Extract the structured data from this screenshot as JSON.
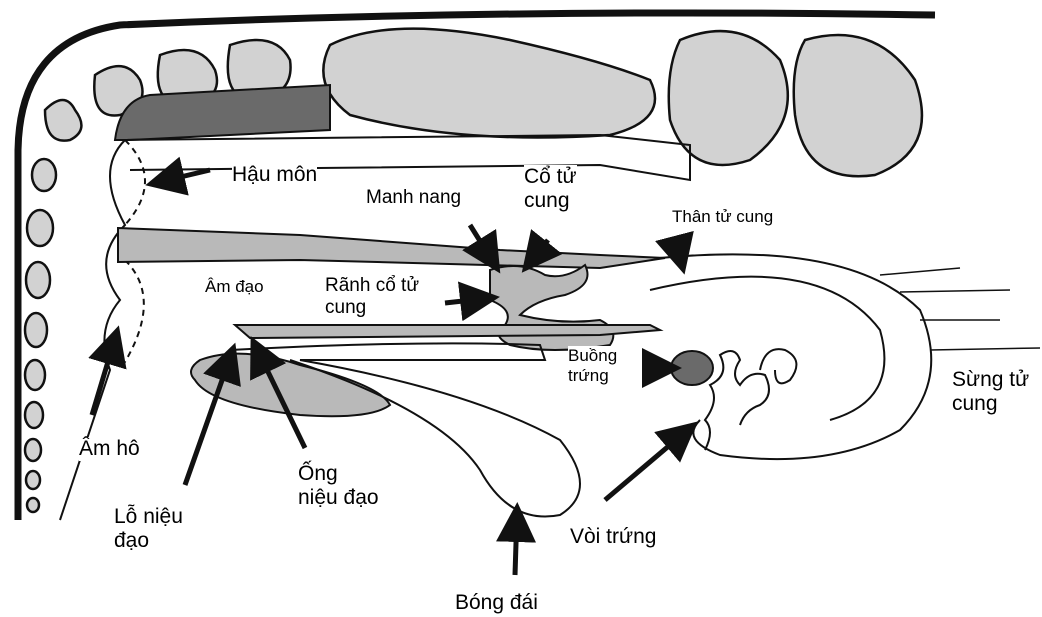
{
  "colors": {
    "outline": "#111111",
    "gray_fill": "#b9b9b9",
    "dark_fill": "#6a6a6a",
    "bone_fill": "#d2d2d2",
    "background": "#ffffff"
  },
  "labels": {
    "hau_mon": "Hậu môn",
    "manh_nang": "Manh nang",
    "co_tu_cung": "Cổ tử\ncung",
    "than_tu_cung": "Thân tử cung",
    "am_dao": "Âm đạo",
    "ranh_co_tu_cung": "Rãnh cổ tử\ncung",
    "buong_trung": "Buồng\ntrứng",
    "sung_tu_cung": "Sừng tử\ncung",
    "am_ho": "Âm hô",
    "ong_nieu_dao": "Ống\nniệu đạo",
    "lo_nieu_dao": "Lỗ niệu\nđạo",
    "voi_trung": "Vòi trứng",
    "bong_dai": "Bóng đái"
  }
}
